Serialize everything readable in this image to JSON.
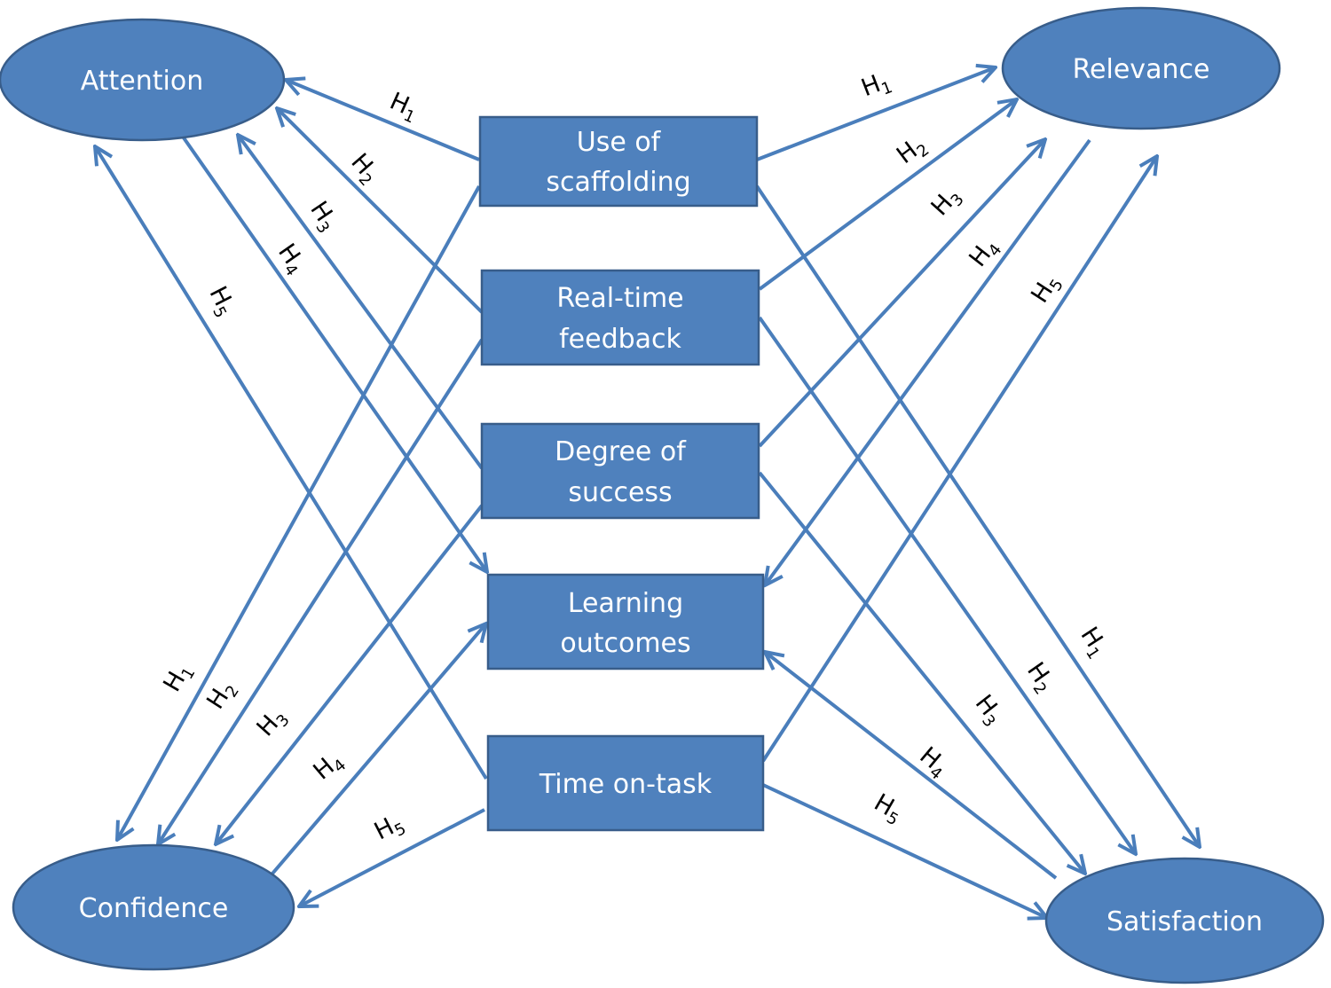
{
  "colors": {
    "fill": "#4F81BD",
    "stroke": "#385D8A",
    "arrow": "#4A7EBB",
    "text_on_node": "#FFFFFF",
    "label_text": "#000000"
  },
  "outcomes": {
    "attention": "Attention",
    "relevance": "Relevance",
    "confidence": "Confidence",
    "satisfaction": "Satisfaction"
  },
  "factors": {
    "scaffolding": [
      "Use of",
      "scaffolding"
    ],
    "feedback": [
      "Real-time",
      "feedback"
    ],
    "success": [
      "Degree of",
      "success"
    ],
    "learning": [
      "Learning",
      "outcomes"
    ],
    "time": [
      "Time on-task"
    ]
  },
  "hypotheses": {
    "h1": {
      "letter": "H",
      "sub": "1"
    },
    "h2": {
      "letter": "H",
      "sub": "2"
    },
    "h3": {
      "letter": "H",
      "sub": "3"
    },
    "h4": {
      "letter": "H",
      "sub": "4"
    },
    "h5": {
      "letter": "H",
      "sub": "5"
    }
  }
}
